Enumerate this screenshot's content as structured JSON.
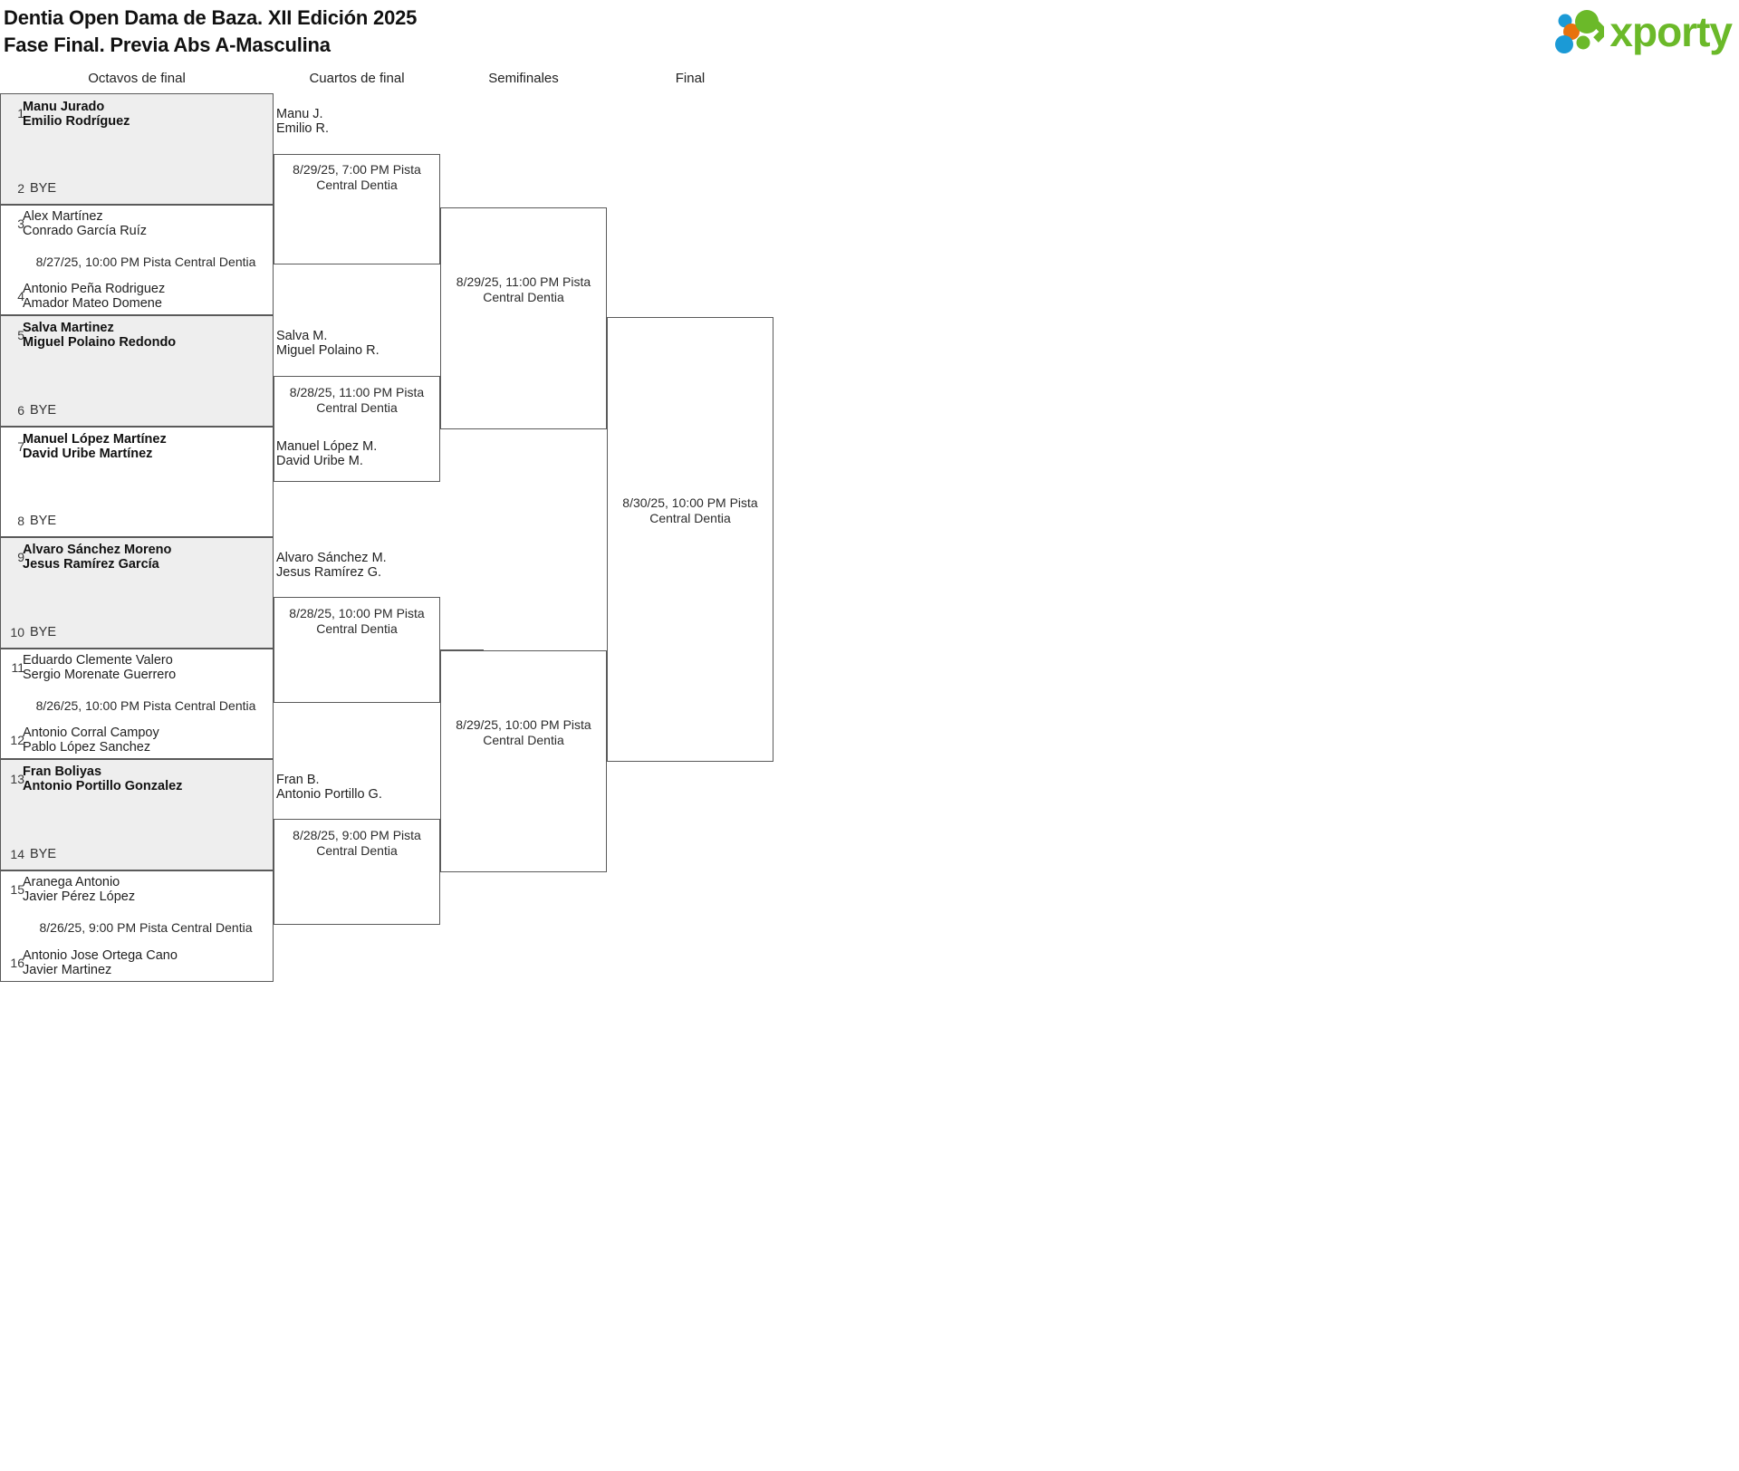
{
  "header": {
    "title_line1": "Dentia Open Dama de Baza. XII Edición 2025",
    "title_line2": "Fase Final. Previa Abs A-Masculina",
    "brand_name": "xporty",
    "brand_color": "#6bb929",
    "brand_dot_colors": [
      "#1b9ad6",
      "#e8720c",
      "#6bb929"
    ]
  },
  "rounds": [
    {
      "label": "Octavos de final"
    },
    {
      "label": "Cuartos de final"
    },
    {
      "label": "Semifinales"
    },
    {
      "label": "Final"
    }
  ],
  "round1": [
    {
      "highlight": true,
      "top_seed": "1",
      "top_players": [
        "Manu Jurado",
        "Emilio Rodríguez"
      ],
      "top_bold": true,
      "bottom_seed": "2",
      "bottom_players": [
        "BYE"
      ],
      "bottom_bold": false,
      "bottom_is_bye": true,
      "match_info": ""
    },
    {
      "highlight": false,
      "top_seed": "3",
      "top_players": [
        "Alex Martínez",
        "Conrado García Ruíz"
      ],
      "top_bold": false,
      "bottom_seed": "4",
      "bottom_players": [
        "Antonio Peña Rodriguez",
        "Amador Mateo Domene"
      ],
      "bottom_bold": false,
      "bottom_is_bye": false,
      "match_info": "8/27/25, 10:00 PM Pista Central Dentia"
    },
    {
      "highlight": true,
      "top_seed": "5",
      "top_players": [
        "Salva Martinez",
        "Miguel Polaino Redondo"
      ],
      "top_bold": true,
      "bottom_seed": "6",
      "bottom_players": [
        "BYE"
      ],
      "bottom_bold": false,
      "bottom_is_bye": true,
      "match_info": ""
    },
    {
      "highlight": false,
      "top_seed": "7",
      "top_players": [
        "Manuel López Martínez",
        "David Uribe Martínez"
      ],
      "top_bold": true,
      "bottom_seed": "8",
      "bottom_players": [
        "BYE"
      ],
      "bottom_bold": false,
      "bottom_is_bye": true,
      "match_info": ""
    },
    {
      "highlight": true,
      "top_seed": "9",
      "top_players": [
        "Alvaro Sánchez Moreno",
        "Jesus Ramírez García"
      ],
      "top_bold": true,
      "bottom_seed": "10",
      "bottom_players": [
        "BYE"
      ],
      "bottom_bold": false,
      "bottom_is_bye": true,
      "match_info": ""
    },
    {
      "highlight": false,
      "top_seed": "11",
      "top_players": [
        "Eduardo Clemente Valero",
        "Sergio Morenate Guerrero"
      ],
      "top_bold": false,
      "bottom_seed": "12",
      "bottom_players": [
        "Antonio Corral Campoy",
        "Pablo López Sanchez"
      ],
      "bottom_bold": false,
      "bottom_is_bye": false,
      "match_info": "8/26/25, 10:00 PM Pista Central Dentia"
    },
    {
      "highlight": true,
      "top_seed": "13",
      "top_players": [
        "Fran Boliyas",
        "Antonio Portillo Gonzalez"
      ],
      "top_bold": true,
      "bottom_seed": "14",
      "bottom_players": [
        "BYE"
      ],
      "bottom_bold": false,
      "bottom_is_bye": true,
      "match_info": ""
    },
    {
      "highlight": false,
      "top_seed": "15",
      "top_players": [
        "Aranega Antonio",
        "Javier Pérez López"
      ],
      "top_bold": false,
      "bottom_seed": "16",
      "bottom_players": [
        "Antonio Jose Ortega Cano",
        "Javier Martinez"
      ],
      "bottom_bold": false,
      "bottom_is_bye": false,
      "match_info": "8/26/25, 9:00 PM Pista Central Dentia"
    }
  ],
  "round2": [
    {
      "top_advancer": [
        "Manu J.",
        "Emilio R."
      ],
      "bottom_advancer": [],
      "match_info": "8/29/25, 7:00 PM Pista Central Dentia"
    },
    {
      "top_advancer": [
        "Salva M.",
        "Miguel Polaino R."
      ],
      "bottom_advancer": [
        "Manuel López M.",
        "David Uribe M."
      ],
      "match_info": "8/28/25, 11:00 PM Pista Central Dentia"
    },
    {
      "top_advancer": [
        "Alvaro Sánchez M.",
        "Jesus Ramírez G."
      ],
      "bottom_advancer": [],
      "match_info": "8/28/25, 10:00 PM Pista Central Dentia"
    },
    {
      "top_advancer": [
        "Fran B.",
        "Antonio Portillo G."
      ],
      "bottom_advancer": [],
      "match_info": "8/28/25, 9:00 PM Pista Central Dentia"
    }
  ],
  "round3": [
    {
      "match_info": "8/29/25, 11:00 PM Pista Central Dentia"
    },
    {
      "match_info": "8/29/25, 10:00 PM Pista Central Dentia"
    }
  ],
  "round4": [
    {
      "match_info": "8/30/25, 10:00 PM Pista Central Dentia"
    }
  ]
}
